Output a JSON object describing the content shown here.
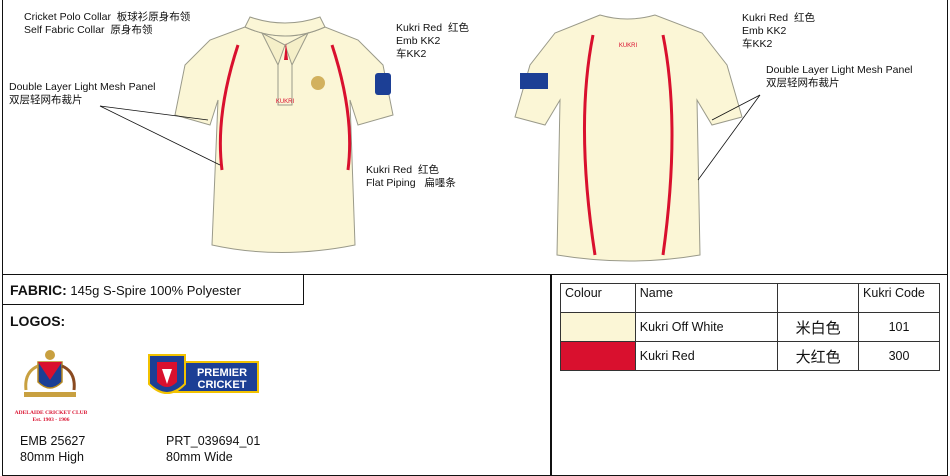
{
  "notes": {
    "collar_en": "Cricket Polo Collar",
    "collar_cn": "板球衫原身布领",
    "self_en": "Self Fabric Collar",
    "self_cn": "原身布领",
    "mesh_left_en": "Double Layer Light Mesh Panel",
    "mesh_left_cn": "双层轻网布裁片",
    "emb_left_l1": "Kukri Red",
    "emb_left_l1_cn": "红色",
    "emb_left_l2": "Emb KK2",
    "emb_left_l3": "车KK2",
    "piping_l1": "Kukri Red",
    "piping_l1_cn": "红色",
    "piping_l2": "Flat Piping",
    "piping_l2_cn": "扁嚜条",
    "emb_right_l1": "Kukri Red",
    "emb_right_l1_cn": "红色",
    "emb_right_l2": "Emb KK2",
    "emb_right_l3": "车KK2",
    "mesh_right_en": "Double Layer Light Mesh Panel",
    "mesh_right_cn": "双层轻网布裁片"
  },
  "fabric": {
    "label": "FABRIC:",
    "value": "145g S-Spire 100% Polyester"
  },
  "logos": {
    "heading": "LOGOS:",
    "club_line1": "ADELAIDE CRICKET CLUB",
    "club_line2": "Est. 1903 - 1906",
    "club_code": "EMB 25627",
    "club_size": "80mm High",
    "premier_top": "PREMIER",
    "premier_bottom": "CRICKET",
    "premier_code": "PRT_039694_01",
    "premier_size": "80mm Wide"
  },
  "brand": "KUKRI",
  "colours": {
    "headers": [
      "Colour",
      "Name",
      "",
      "Kukri Code"
    ],
    "rows": [
      {
        "swatch": "#FBF6D6",
        "name": "Kukri Off White",
        "cn": "米白色",
        "code": "101"
      },
      {
        "swatch": "#D9102E",
        "name": "Kukri Red",
        "cn": "大红色",
        "code": "300"
      }
    ]
  },
  "palette": {
    "shirt": "#FBF6D6",
    "red": "#D9102E",
    "outline": "#9a9a8a"
  }
}
